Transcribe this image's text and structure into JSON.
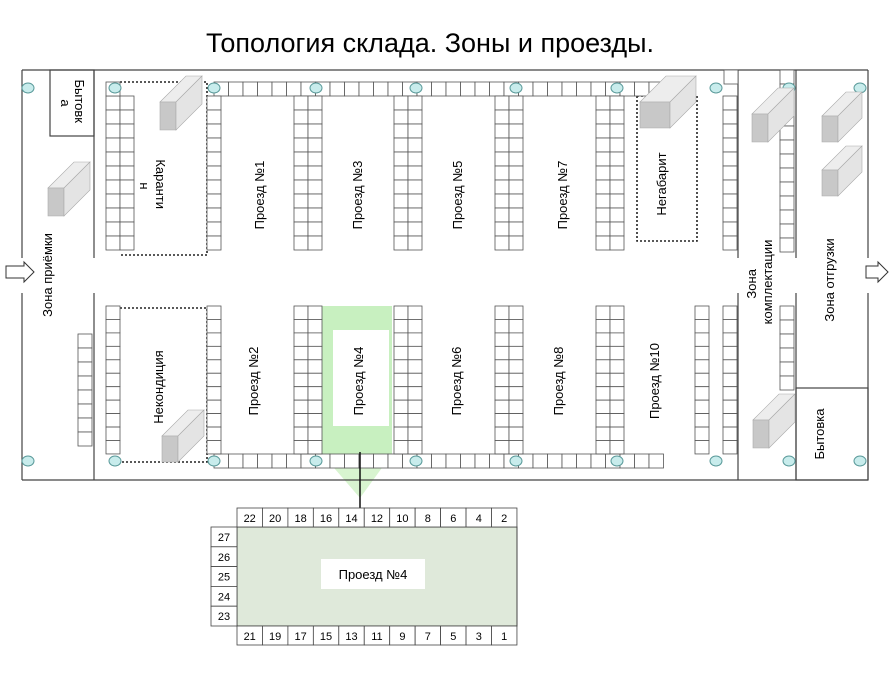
{
  "title": "Топология склада. Зоны и проезды.",
  "zones": {
    "receiving": "Зона приёмки",
    "utility_top_line1": "Бытовк",
    "utility_top_line2": "а",
    "quarantine_line1": "Каранти",
    "quarantine_line2": "н",
    "nonconforming": "Некондиция",
    "oversize": "Негабарит",
    "picking_line1": "Зона",
    "picking_line2": "комплектации",
    "shipping": "Зона отгрузки",
    "utility_bottom": "Бытовка"
  },
  "aisles_top": [
    "Проезд №1",
    "Проезд №3",
    "Проезд №5",
    "Проезд №7"
  ],
  "aisles_bottom": [
    "Проезд №2",
    "Проезд №4",
    "Проезд №6",
    "Проезд №8",
    "Проезд №10"
  ],
  "detail": {
    "label": "Проезд №4",
    "top_numbers": [
      "22",
      "20",
      "18",
      "16",
      "14",
      "12",
      "10",
      "8",
      "6",
      "4",
      "2"
    ],
    "bottom_numbers": [
      "21",
      "19",
      "17",
      "15",
      "13",
      "11",
      "9",
      "7",
      "5",
      "3",
      "1"
    ],
    "side_numbers": [
      "27",
      "26",
      "25",
      "24",
      "23"
    ]
  },
  "colors": {
    "highlight": "#c8f0c0",
    "detail_fill": "#dfe9da",
    "line": "#444444",
    "column": "#c8ecec"
  }
}
